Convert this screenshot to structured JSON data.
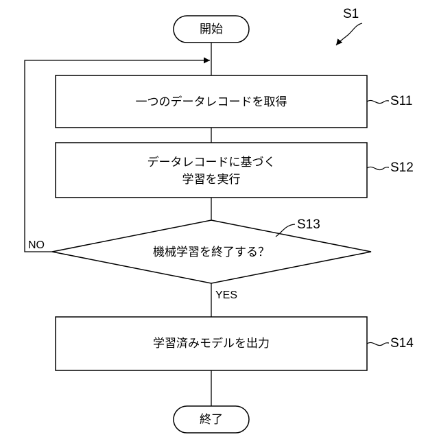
{
  "diagram": {
    "label": "S1",
    "start": {
      "text": "開始"
    },
    "steps": [
      {
        "ref": "S11",
        "lines": [
          "一つのデータレコードを取得"
        ]
      },
      {
        "ref": "S12",
        "lines": [
          "データレコードに基づく",
          "学習を実行"
        ]
      }
    ],
    "decision": {
      "ref": "S13",
      "text": "機械学習を終了する？",
      "no_label": "NO",
      "yes_label": "YES"
    },
    "output_step": {
      "ref": "S14",
      "lines": [
        "学習済みモデルを出力"
      ]
    },
    "end": {
      "text": "終了"
    }
  }
}
